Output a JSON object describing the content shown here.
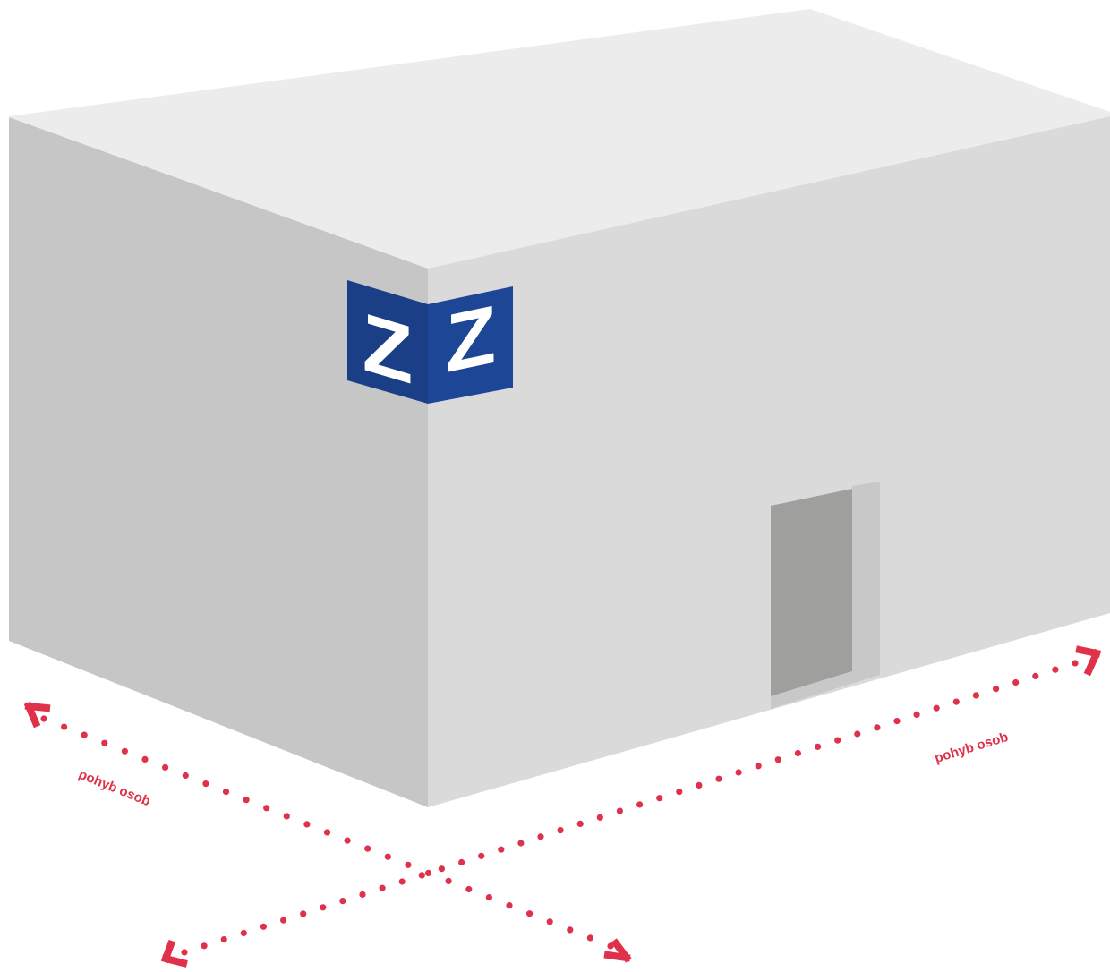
{
  "diagram": {
    "sign_letters": [
      "Z",
      "Z"
    ],
    "movement_labels": [
      "pohyb osob",
      "pohyb osob"
    ]
  },
  "colors": {
    "roof": "#ececec",
    "front_face": "#dadada",
    "side_face": "#c6c6c6",
    "door_opening": "#9f9f9d",
    "door_jamb": "#c8c8c8",
    "sign_front": "#1d4796",
    "sign_side": "#1b3f86",
    "sign_letter": "#ffffff",
    "movement_accent": "#e0314a"
  }
}
